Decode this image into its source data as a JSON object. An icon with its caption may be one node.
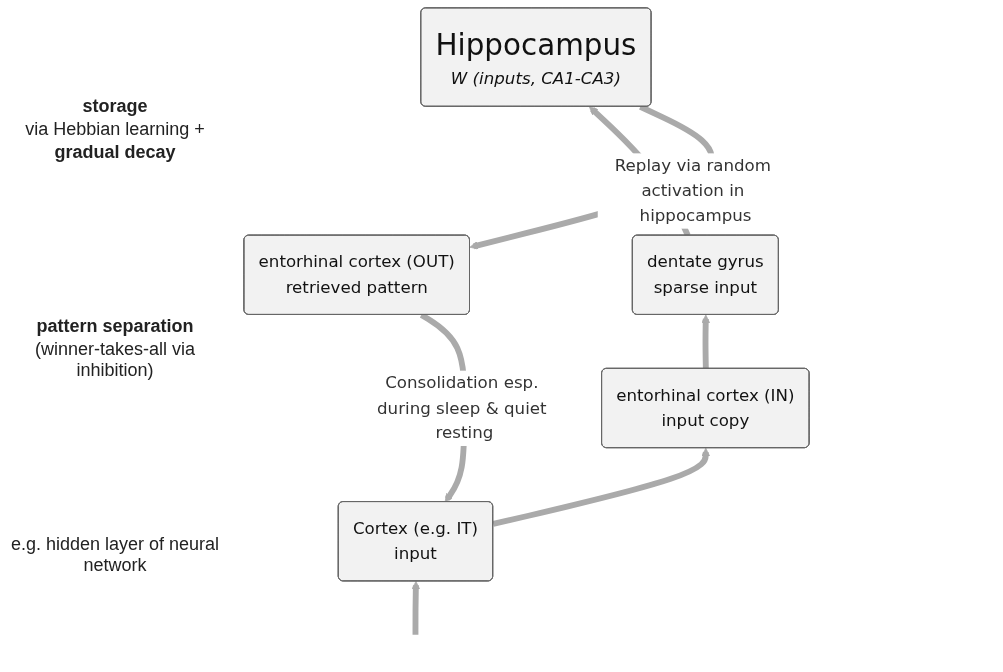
{
  "diagram": {
    "nodes": [
      {
        "text": [
          "Hippocampus",
          "W (inputs, CA1-CA3)"
        ]
      },
      {
        "text": [
          "dentate gyrus",
          "sparse input"
        ]
      },
      {
        "text": [
          "entorhinal cortex  (IN)",
          "input copy"
        ]
      },
      {
        "text": [
          "entorhinal cortex (OUT)",
          "retrieved pattern"
        ]
      },
      {
        "text": [
          "Cortex (e.g. IT)",
          "input"
        ]
      }
    ],
    "edges": [
      {
        "from": null,
        "to": 4,
        "arrow": "to"
      },
      {
        "from": 4,
        "to": 2,
        "arrow": "to"
      },
      {
        "from": 2,
        "to": 1,
        "arrow": "to"
      },
      {
        "from": 1,
        "to": 0,
        "arrow": "to"
      },
      {
        "from": 0,
        "to": 3,
        "arrow": "to",
        "label": "Replay via random activation in hippocampus"
      },
      {
        "from": 3,
        "to": 4,
        "arrow": "to",
        "label": "Consolidation esp. during sleep & quiet resting"
      }
    ],
    "labels": [
      "storage",
      "via Hebbian learning +",
      "gradual decay",
      "pattern separation",
      "(winner-takes-all via inhibition)",
      "e.g. hidden layer of neural network"
    ]
  }
}
